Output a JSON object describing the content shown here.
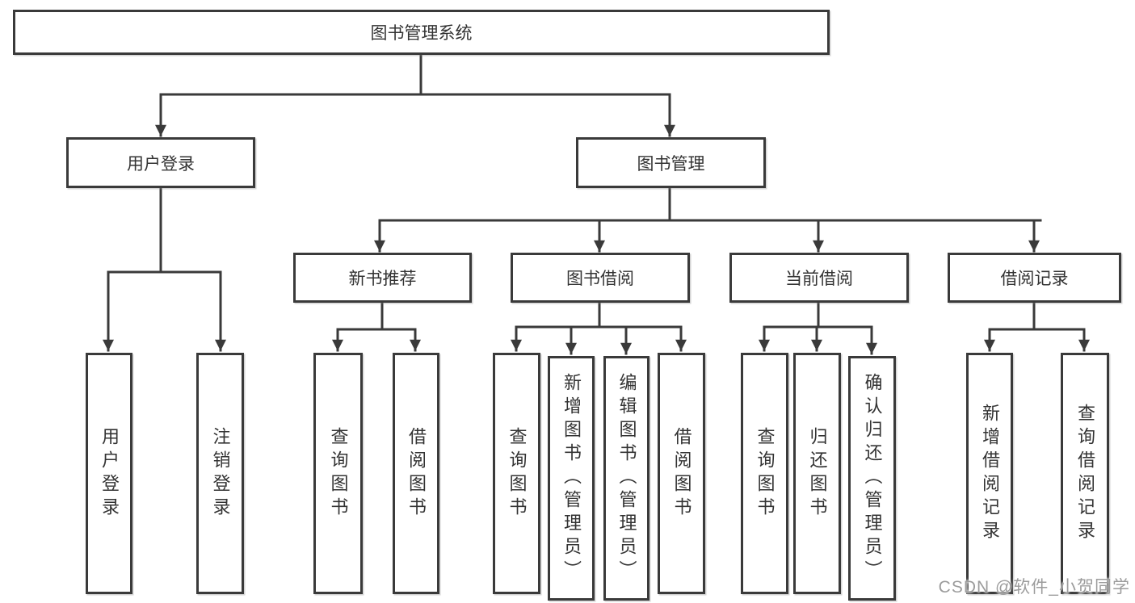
{
  "diagram": {
    "root": {
      "label": "图书管理系统"
    },
    "branches": [
      {
        "label": "用户登录",
        "children": [
          {
            "label": "用户登录"
          },
          {
            "label": "注销登录"
          }
        ]
      },
      {
        "label": "图书管理",
        "groups": [
          {
            "label": "新书推荐",
            "children": [
              {
                "label": "查询图书"
              },
              {
                "label": "借阅图书"
              }
            ]
          },
          {
            "label": "图书借阅",
            "children": [
              {
                "label": "查询图书"
              },
              {
                "label": "新增图书（管理员）"
              },
              {
                "label": "编辑图书（管理员）"
              },
              {
                "label": "借阅图书"
              }
            ]
          },
          {
            "label": "当前借阅",
            "children": [
              {
                "label": "查询图书"
              },
              {
                "label": "归还图书"
              },
              {
                "label": "确认归还（管理员）"
              }
            ]
          },
          {
            "label": "借阅记录",
            "children": [
              {
                "label": "新增借阅记录"
              },
              {
                "label": "查询借阅记录"
              }
            ]
          }
        ]
      }
    ]
  },
  "watermark": {
    "text": "CSDN @软件_小贺同学"
  },
  "colors": {
    "line": "#3a3a3a",
    "text": "#333333",
    "watermark": "#9c9c9c",
    "background": "#ffffff"
  }
}
